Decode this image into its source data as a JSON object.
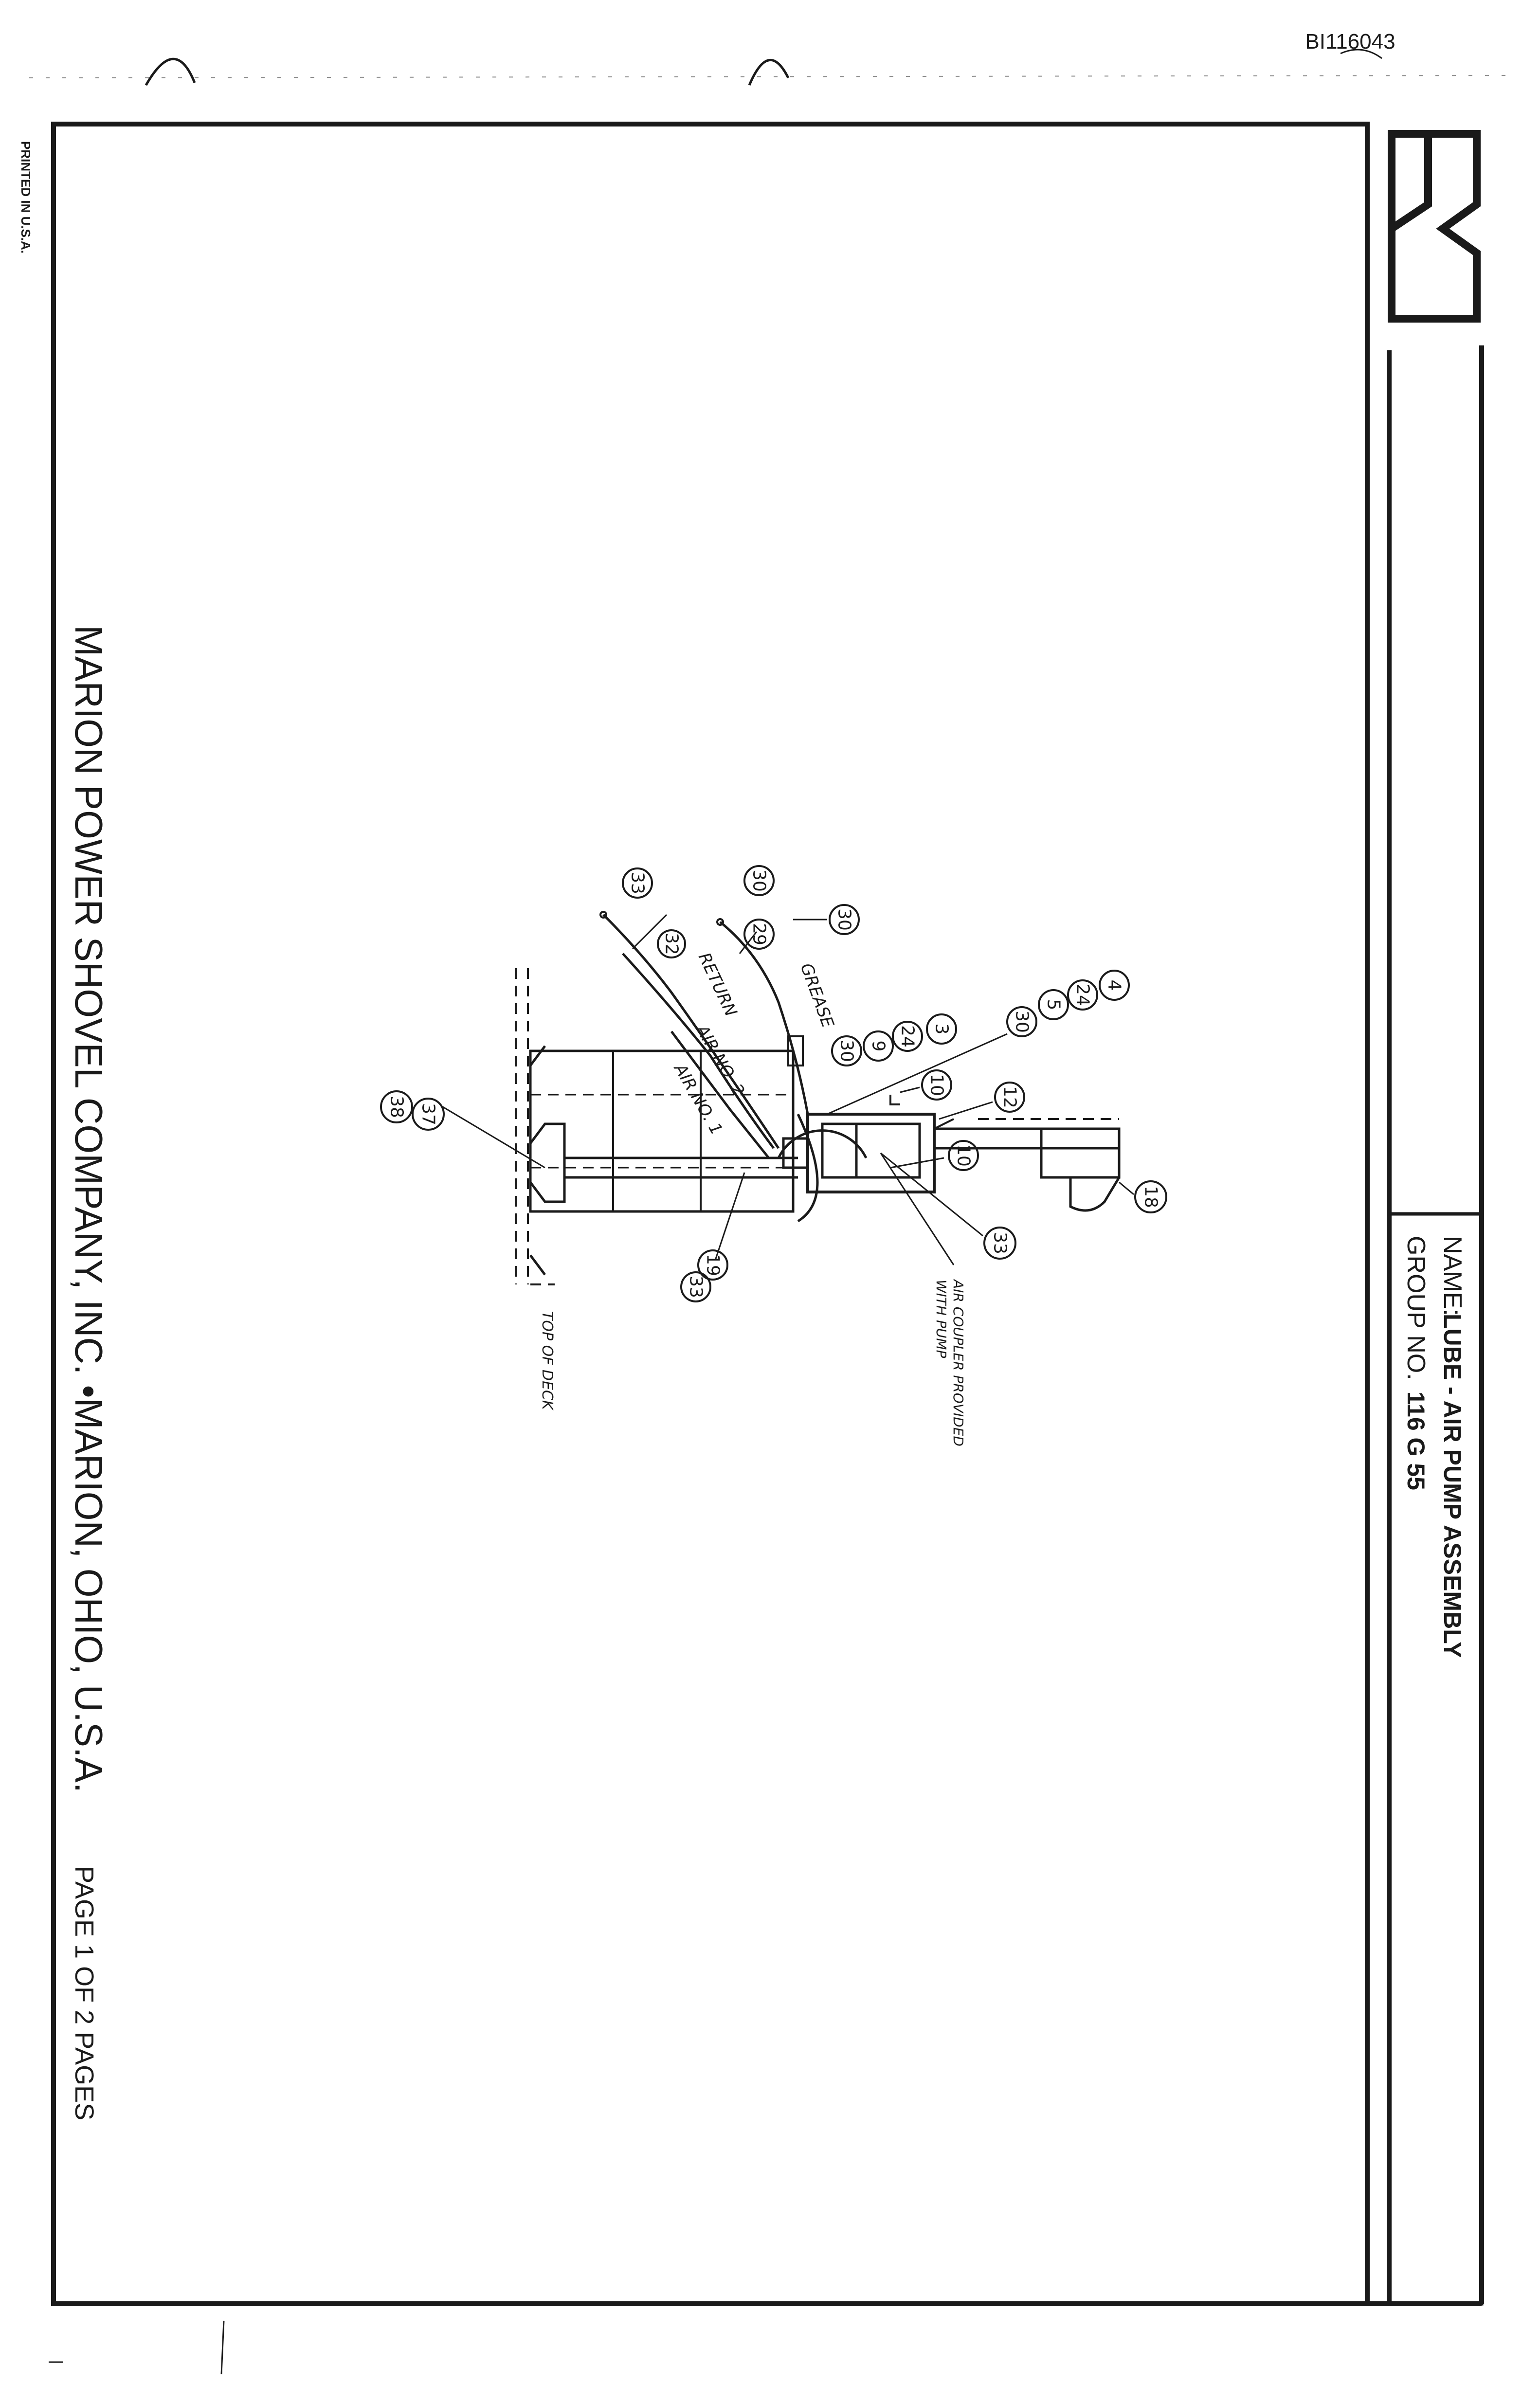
{
  "doc_id": "BI116043",
  "printed_note": "PRINTED IN U.S.A.",
  "title_block": {
    "name_label": "NAME:",
    "name_value": "LUBE - AIR PUMP ASSEMBLY",
    "group_label": "GROUP NO.",
    "group_value": "116 G 55"
  },
  "footer": {
    "company": "MARION POWER SHOVEL COMPANY, INC. •MARION, OHIO, U.S.A.",
    "page_text": "PAGE  1  OF  2  PAGES"
  },
  "diagram_labels": {
    "return": "RETURN",
    "grease": "GREASE",
    "air_2": "AIR NO. 2",
    "air_1": "AIR NO. 1",
    "top_of_deck": "TOP OF DECK",
    "air_coupler_1": "AIR COUPLER  PROVIDED",
    "air_coupler_2": "WITH PUMP"
  },
  "callouts": {
    "c33_top": "33",
    "c32": "32",
    "c30_a": "30",
    "c29": "29",
    "c30_b": "30",
    "c30_c": "30",
    "c9": "9",
    "c24_a": "24",
    "c3": "3",
    "c30_d": "30",
    "c5": "5",
    "c24_b": "24",
    "c4": "4",
    "c10_a": "10",
    "c12": "12",
    "c10_b": "10",
    "c18": "18",
    "c33_right": "33",
    "c19": "19",
    "c33_bottom": "33",
    "c37": "37",
    "c38": "38"
  }
}
